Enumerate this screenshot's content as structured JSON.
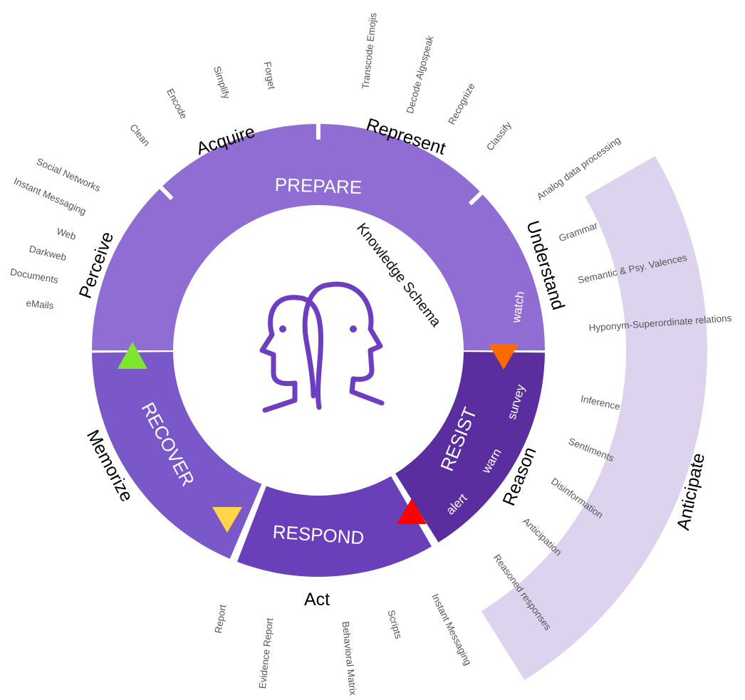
{
  "colors": {
    "prepare": "#8f6dd2",
    "recover": "#7b58c9",
    "respond": "#6a3fba",
    "resist": "#5a2e9e",
    "anticipate_band": "#ddd3ee",
    "icon": "#6d3fc0",
    "marker_green": "#7ee62f",
    "marker_orange": "#ff6a00",
    "marker_yellow": "#ffd54a",
    "marker_red": "#ff0000"
  },
  "center": {
    "label": "Knowledge Schema",
    "icon": "two-heads-icon"
  },
  "segments": {
    "prepare": "PREPARE",
    "recover": "RECOVER",
    "respond": "RESPOND",
    "resist": "RESIST"
  },
  "inner_labels": {
    "watch": "watch",
    "survey": "survey",
    "warn": "warn",
    "alert": "alert"
  },
  "phases": {
    "perceive": "Perceive",
    "acquire": "Acquire",
    "represent": "Represent",
    "understand": "Understand",
    "reason": "Reason",
    "act": "Act",
    "memorize": "Memorize",
    "anticipate": "Anticipate"
  },
  "perceive_items": [
    "Social Networks",
    "Instant Messaging",
    "Web",
    "Darkweb",
    "Documents",
    "eMails"
  ],
  "acquire_items": [
    "Clean",
    "Encode",
    "Simplify",
    "Forget"
  ],
  "represent_items": [
    "Transcode Emojis",
    "Decode Algospeak",
    "Recognize",
    "Classify",
    "Analog data processing"
  ],
  "understand_items": [
    "Grammar",
    "Semantic & Psy. Valences",
    "Hyponym-Superordinate relations"
  ],
  "reason_items": [
    "Inference",
    "Sentiments",
    "Disinformation",
    "Anticipation",
    "Reasoned responses"
  ],
  "act_items": [
    "Report",
    "Evidence Report",
    "Behavioral Matrix",
    "Scripts",
    "Instant Messaging"
  ]
}
